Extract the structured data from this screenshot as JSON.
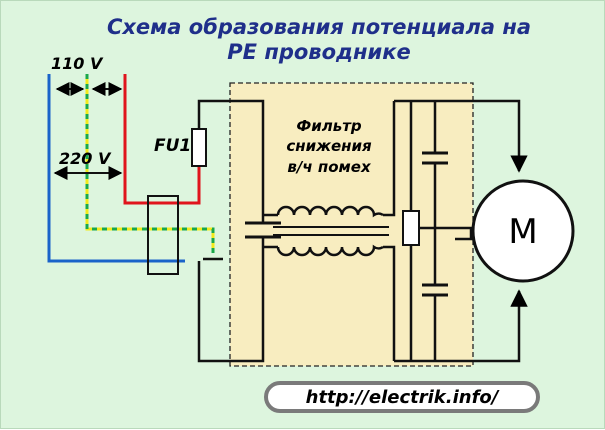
{
  "title": {
    "line1": "Схема образования потенциала на",
    "line2": "РЕ проводнике"
  },
  "labels": {
    "voltage_110": "110 V",
    "voltage_220": "220 V",
    "fuse": "FU1",
    "filter_line1": "Фильтр",
    "filter_line2": "снижения",
    "filter_line3": "в/ч помех",
    "motor": "M"
  },
  "footer": {
    "url": "http://electrik.info/"
  },
  "colors": {
    "background": "#ddf5de",
    "title": "#1f2f8a",
    "neutral_wire": "#1a63c9",
    "phase_wire": "#e0141c",
    "pe_wire_yellow": "#f2ea1c",
    "pe_wire_green": "#1aa84a",
    "filter_fill": "#f8edc0",
    "wire_black": "#111111"
  }
}
